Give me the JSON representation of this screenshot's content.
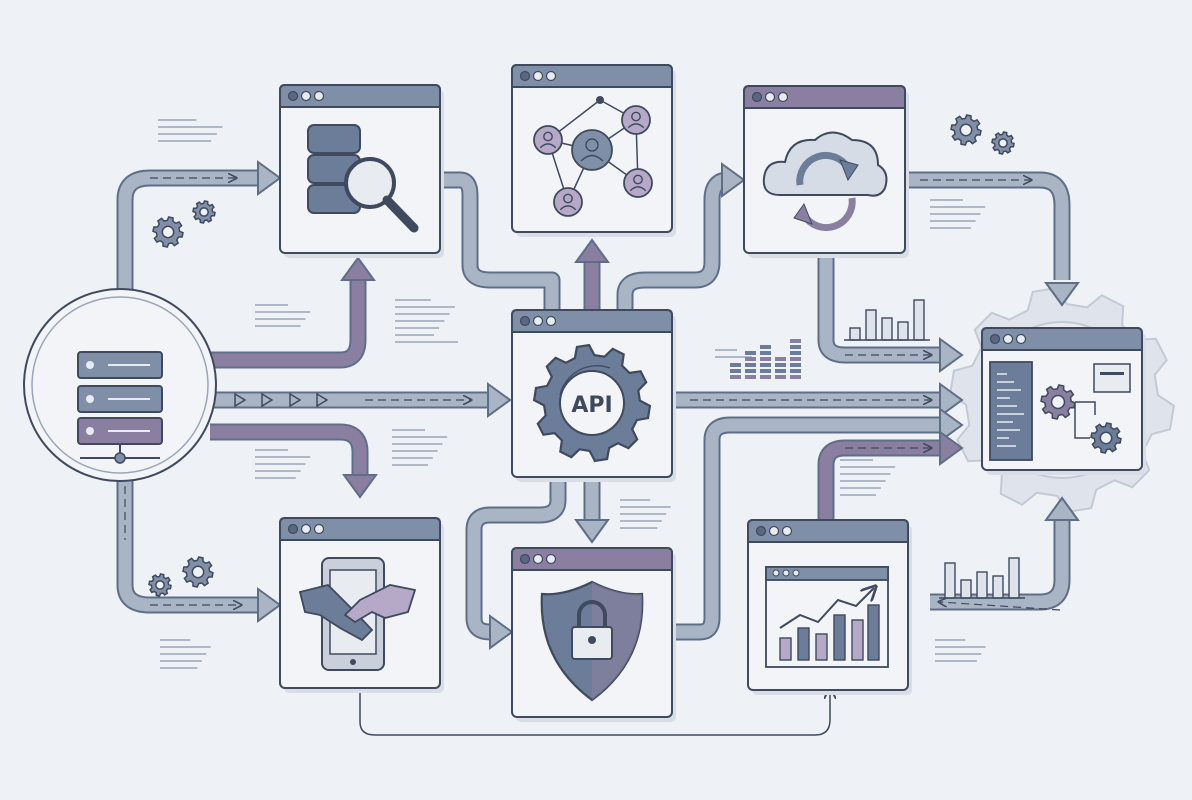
{
  "diagram": {
    "api_label": "API",
    "nodes": [
      {
        "id": "server",
        "icon": "server-rack-icon"
      },
      {
        "id": "database-search",
        "icon": "database-search-icon"
      },
      {
        "id": "network",
        "icon": "user-network-icon"
      },
      {
        "id": "cloud-sync",
        "icon": "cloud-sync-icon"
      },
      {
        "id": "api",
        "icon": "api-gear-icon"
      },
      {
        "id": "mobile-partnership",
        "icon": "mobile-handshake-icon"
      },
      {
        "id": "security",
        "icon": "shield-lock-icon"
      },
      {
        "id": "analytics",
        "icon": "bar-chart-trend-icon"
      },
      {
        "id": "dashboard",
        "icon": "dashboard-gear-icon"
      }
    ]
  },
  "colors": {
    "background": "#eef1f5",
    "pipe": "#a9b4c4",
    "pipe_outline": "#5f6e87",
    "accent_purple": "#8a7fa0",
    "title_bar": "#7f8fa8",
    "icon": "#6b7d99",
    "ink": "#3f4a5e"
  }
}
